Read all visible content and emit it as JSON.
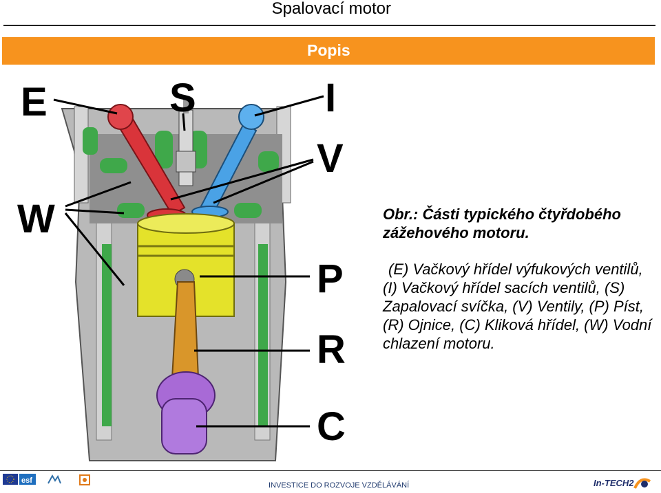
{
  "header": {
    "title": "Spalovací motor",
    "banner_label": "Popis"
  },
  "figure": {
    "labels": {
      "E": "E",
      "S": "S",
      "I": "I",
      "V": "V",
      "W": "W",
      "P": "P",
      "R": "R",
      "C": "C"
    },
    "part_colors": {
      "exhaust_valve": "#d9343a",
      "intake_valve": "#4aa2e6",
      "piston": "#e4e22a",
      "connecting_rod": "#d9962a",
      "crankshaft": "#a86ad6",
      "cooling_water": "#3fa84a",
      "engine_block": "#b7b7b7"
    }
  },
  "caption": {
    "heading": "Obr.: Části typického čtyřdobého zážehového motoru.",
    "body": "(E) Vačkový hřídel výfukových ventilů, (I) Vačkový hřídel sacích ventilů, (S) Zapalovací svíčka, (V) Ventily, (P) Píst, (R) Ojnice, (C) Kliková hřídel, (W) Vodní chlazení motoru."
  },
  "footer": {
    "text": "INVESTICE DO ROZVOJE VZDĚLÁVÁNÍ",
    "logos": [
      "eu-flag-logo",
      "esf-logo",
      "msmt-logo",
      "op-logo"
    ],
    "brand": "In-TECH2"
  }
}
